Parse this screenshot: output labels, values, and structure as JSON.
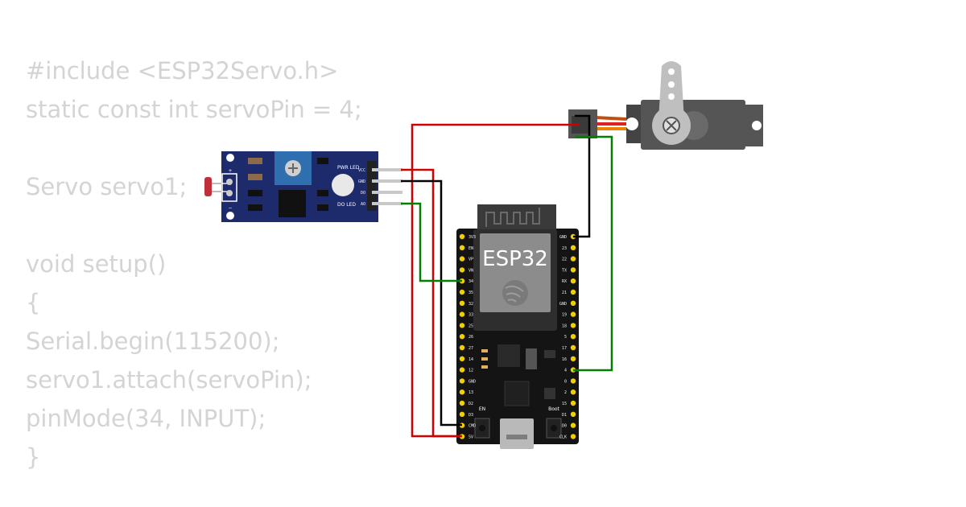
{
  "code": {
    "lines": [
      "#include <ESP32Servo.h>",
      "static const int servoPin = 4;",
      "",
      "Servo servo1;",
      "",
      "void setup()",
      "{",
      " Serial.begin(115200);",
      " servo1.attach(servoPin);",
      " pinMode(34, INPUT);",
      "}"
    ],
    "color": "#d4d4d4"
  },
  "sensor": {
    "pin_labels": [
      "VCC",
      "GND",
      "DO",
      "AO"
    ],
    "plus_label": "+",
    "minus_label": "−",
    "pwr_led_label": "PWR LED",
    "do_led_label": "DO LED",
    "board_color": "#1d2a6b"
  },
  "esp32": {
    "chip_label": "ESP32",
    "en_label": "EN",
    "boot_label": "Boot",
    "left_pins": [
      "3V3",
      "EN",
      "VP",
      "VN",
      "34",
      "35",
      "32",
      "33",
      "25",
      "26",
      "27",
      "14",
      "12",
      "GND",
      "13",
      "D2",
      "D3",
      "CMD",
      "5V"
    ],
    "right_pins": [
      "GND",
      "23",
      "22",
      "TX",
      "RX",
      "21",
      "GND",
      "19",
      "18",
      "5",
      "17",
      "16",
      "4",
      "0",
      "2",
      "15",
      "D1",
      "D0",
      "CLK"
    ],
    "board_color": "#141414"
  },
  "wires": {
    "power_color": "#d00000",
    "ground_color": "#000000",
    "signal_color": "#008000"
  },
  "servo": {
    "body_color": "#555555",
    "horn_color": "#bfbfbf"
  }
}
